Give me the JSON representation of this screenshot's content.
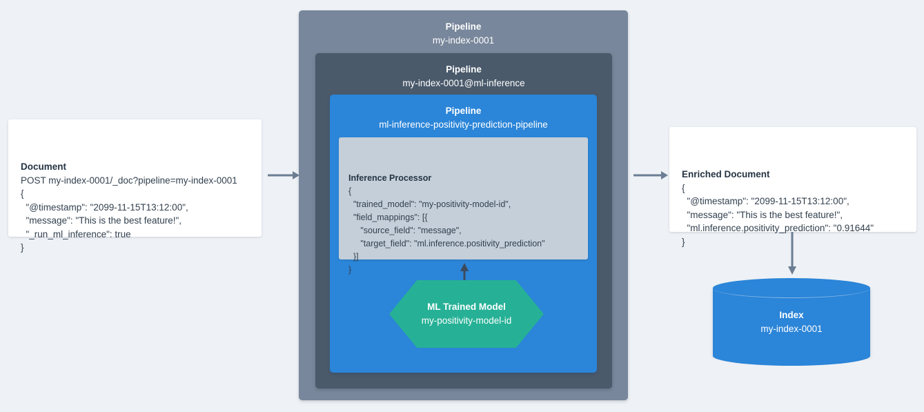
{
  "theme": {
    "background": "#eef1f5",
    "card_background": "#ffffff",
    "pipeline_outer": "#78879b",
    "pipeline_middle": "#4a5a6b",
    "pipeline_inner": "#2b85d8",
    "processor_background": "#c4cfd9",
    "model_accent": "#26b196",
    "index_accent": "#2b85d8",
    "arrow": "#6b7d93",
    "text": "#32404e"
  },
  "document": {
    "title": "Document",
    "body": "POST my-index-0001/_doc?pipeline=my-index-0001\n{\n  \"@timestamp\": \"2099-11-15T13:12:00\",\n  \"message\": \"This is the best feature!\",\n  \"_run_ml_inference\": true\n}"
  },
  "pipelines": {
    "outer": {
      "kind": "Pipeline",
      "name": "my-index-0001"
    },
    "middle": {
      "kind": "Pipeline",
      "name": "my-index-0001@ml-inference"
    },
    "inner": {
      "kind": "Pipeline",
      "name": "ml-inference-positivity-prediction-pipeline"
    }
  },
  "processor": {
    "title": "Inference Processor",
    "body": "{\n  \"trained_model\": \"my-positivity-model-id\",\n  \"field_mappings\": [{\n     \"source_field\": \"message\",\n     \"target_field\": \"ml.inference.positivity_prediction\"\n  }]\n}"
  },
  "ml_model": {
    "kind": "ML Trained Model",
    "name": "my-positivity-model-id"
  },
  "enriched_document": {
    "title": "Enriched Document",
    "body": "{\n  \"@timestamp\": \"2099-11-15T13:12:00\",\n  \"message\": \"This is the best feature!\",\n  \"ml.inference.positivity_prediction\": \"0.91644\"\n}"
  },
  "index": {
    "kind": "Index",
    "name": "my-index-0001"
  },
  "arrows": [
    {
      "id": "document-to-pipeline",
      "direction": "right"
    },
    {
      "id": "pipeline-to-enriched-document",
      "direction": "right"
    },
    {
      "id": "ml-model-to-processor",
      "direction": "up"
    },
    {
      "id": "enriched-document-to-index",
      "direction": "down"
    }
  ]
}
